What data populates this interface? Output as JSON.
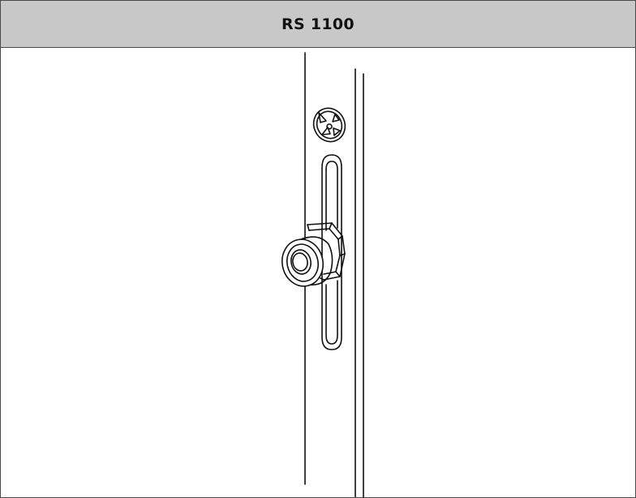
{
  "header": {
    "title": "RS 1100"
  },
  "colors": {
    "header_bg": "#c8c8c8",
    "border": "#4a4a4a",
    "line": "#111111"
  },
  "icons": {
    "drawing": "window-lock-roller-cam-illustration",
    "screw": "phillips-screw-icon",
    "roller": "mushroom-roller-knob"
  }
}
